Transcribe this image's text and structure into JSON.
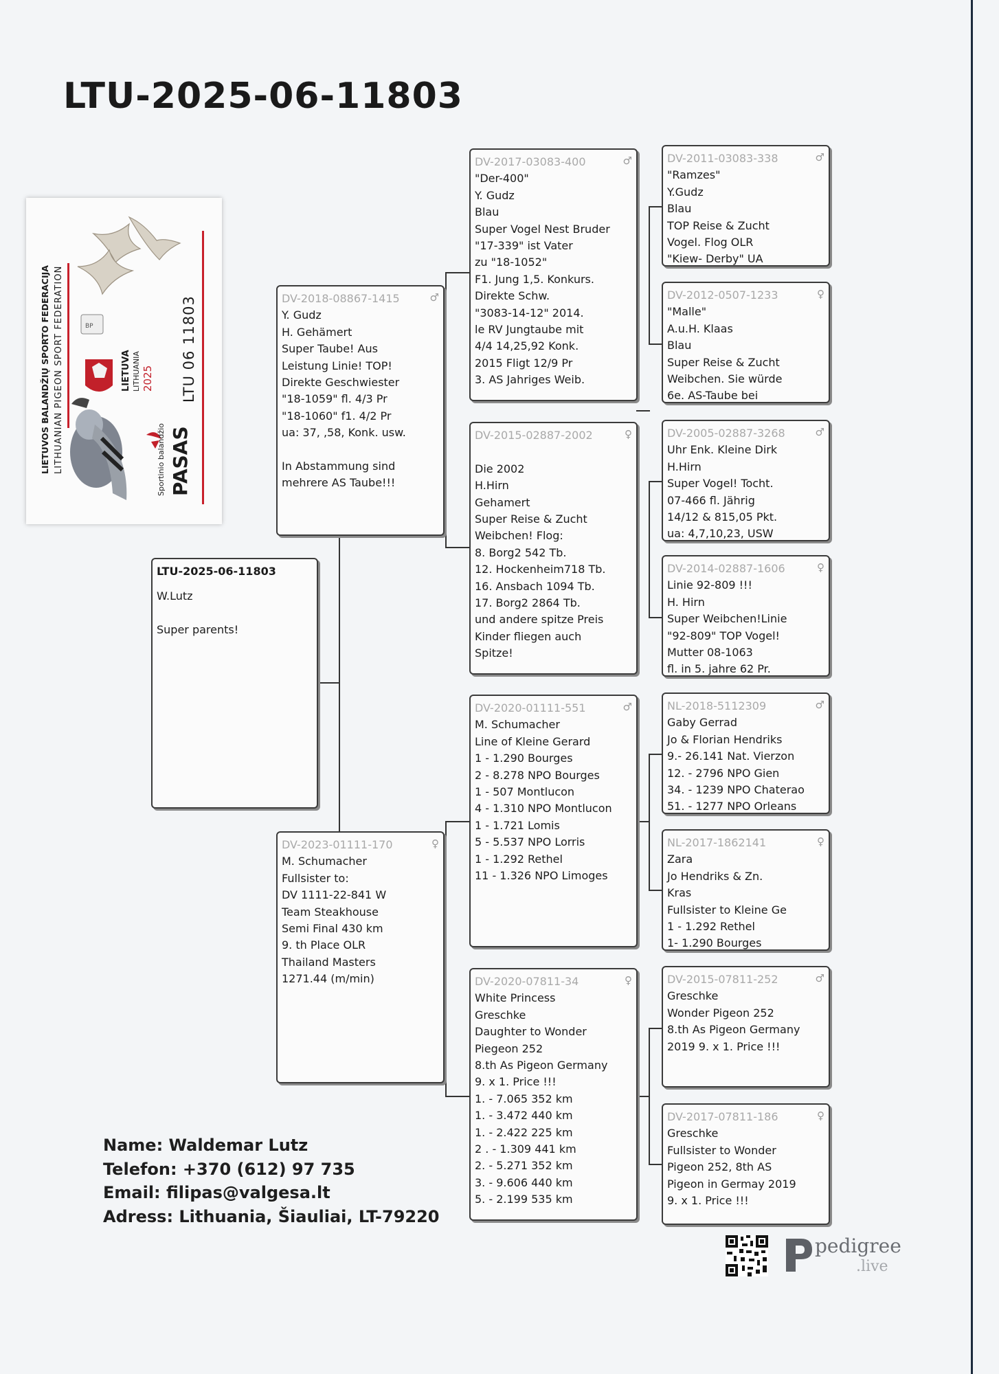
{
  "title": "LTU-2025-06-11803",
  "passport_card": {
    "org_lt": "LIETUVOS BALANDŽIŲ SPORTO FEDERACIJA",
    "org_en": "LITHUANIAN PIGEON SPORT FEDERATION",
    "country_lt": "LIETUVA",
    "country_en": "LITHUANIA",
    "year": "2025",
    "ring_short": "LTU 06 11803",
    "doc_small": "Sportinio balandžio",
    "doc_title": "PASAS"
  },
  "subject": {
    "ring": "LTU-2025-06-11803",
    "lines": [
      "W.Lutz",
      "",
      "Super parents!"
    ]
  },
  "father": {
    "ring": "DV-2018-08867-1415",
    "sex": "♂",
    "lines": [
      "",
      "Y. Gudz",
      "H. Gehämert",
      "Super Taube! Aus",
      "Leistung Linie! TOP!",
      "Direkte Geschwiester",
      "\"18-1059\" fl. 4/3 Pr",
      "\"18-1060\" f1. 4/2 Pr",
      "ua: 37, ,58, Konk. usw.",
      "",
      "In Abstammung sind",
      "mehrere AS Taube!!!"
    ]
  },
  "mother": {
    "ring": "DV-2023-01111-170",
    "sex": "♀",
    "lines": [
      "M. Schumacher",
      "Fullsister to:",
      "DV 1111-22-841 W",
      "Team Steakhouse",
      "Semi Final 430 km",
      "9. th Place OLR",
      "Thailand Masters",
      "1271.44 (m/min)"
    ]
  },
  "grandparents": [
    {
      "ring": "DV-2017-03083-400",
      "sex": "♂",
      "lines": [
        "\"Der-400\"",
        "Y. Gudz",
        "Blau",
        "Super Vogel Nest Bruder",
        "\"17-339\" ist Vater",
        "zu \"18-1052\"",
        "F1. Jung 1,5. Konkurs.",
        "Direkte Schw.",
        "\"3083-14-12\" 2014.",
        "le RV Jungtaube mit",
        "4/4 14,25,92 Konk.",
        "2015 Fligt 12/9 Pr",
        "3. AS Jahriges Weib."
      ]
    },
    {
      "ring": "DV-2015-02887-2002",
      "sex": "♀",
      "lines": [
        "",
        "Die 2002",
        "H.Hirn",
        "Gehamert",
        "Super Reise & Zucht",
        "Weibchen! Flog:",
        "8. Borg2 542 Tb.",
        "12. Hockenheim718 Tb.",
        "16. Ansbach 1094 Tb.",
        "17. Borg2 2864 Tb.",
        "und andere spitze Preis",
        "Kinder fliegen auch",
        "Spitze!"
      ]
    },
    {
      "ring": "DV-2020-01111-551",
      "sex": "♂",
      "lines": [
        "M. Schumacher",
        "Line of Kleine Gerard",
        "1 - 1.290 Bourges",
        "2 - 8.278 NPO Bourges",
        "1 - 507 Montlucon",
        "4 - 1.310 NPO Montlucon",
        "1 - 1.721 Lomis",
        "5 - 5.537 NPO Lorris",
        "1 - 1.292 Rethel",
        "11 - 1.326 NPO Limoges"
      ]
    },
    {
      "ring": "DV-2020-07811-34",
      "sex": "♀",
      "lines": [
        "White Princess",
        "Greschke",
        "Daughter to Wonder",
        "Piegeon 252",
        "8.th As Pigeon Germany",
        "9. x 1. Price !!!",
        "1. - 7.065 352 km",
        "1. - 3.472 440 km",
        "1. - 2.422 225 km",
        "2 . - 1.309 441 km",
        "2. - 5.271 352 km",
        "3. - 9.606 440 km",
        "5. - 2.199 535 km"
      ]
    }
  ],
  "great_grandparents": [
    {
      "ring": "DV-2011-03083-338",
      "sex": "♂",
      "lines": [
        "\"Ramzes\"",
        "Y.Gudz",
        "Blau",
        "TOP Reise & Zucht",
        "Vogel. Flog OLR",
        "\"Kiew- Derby\" UA"
      ]
    },
    {
      "ring": "DV-2012-0507-1233",
      "sex": "♀",
      "lines": [
        "\"Malle\"",
        "A.u.H. Klaas",
        "Blau",
        "Super Reise & Zucht",
        "Weibchen. Sie würde",
        "6e. AS-Taube bei"
      ]
    },
    {
      "ring": "DV-2005-02887-3268",
      "sex": "♂",
      "lines": [
        "Uhr Enk. Kleine Dirk",
        "H.Hirn",
        "Super Vogel! Tocht.",
        "07-466 fl. Jährig",
        "14/12 & 815,05 Pkt.",
        "ua: 4,7,10,23, USW"
      ]
    },
    {
      "ring": "DV-2014-02887-1606",
      "sex": "♀",
      "lines": [
        "Linie 92-809 !!!",
        "H. Hirn",
        "Super Weibchen!Linie",
        "\"92-809\" TOP Vogel!",
        "Mutter 08-1063",
        "fl. in 5. jahre 62 Pr."
      ]
    },
    {
      "ring": "NL-2018-5112309",
      "sex": "♂",
      "lines": [
        "Gaby Gerrad",
        "Jo & Florian Hendriks",
        "9.- 26.141 Nat. Vierzon",
        "12. - 2796 NPO Gien",
        "34. - 1239 NPO Chaterao",
        "51. - 1277 NPO Orleans"
      ]
    },
    {
      "ring": "NL-2017-1862141",
      "sex": "♀",
      "lines": [
        "Zara",
        "Jo Hendriks & Zn.",
        "Kras",
        "Fullsister to Kleine Ge",
        "1 - 1.292 Rethel",
        "1- 1.290 Bourges"
      ]
    },
    {
      "ring": "DV-2015-07811-252",
      "sex": "♂",
      "lines": [
        "Greschke",
        "Wonder Pigeon 252",
        "8.th As Pigeon Germany",
        "2019 9. x 1. Price !!!"
      ]
    },
    {
      "ring": "DV-2017-07811-186",
      "sex": "♀",
      "lines": [
        "Greschke",
        "Fullsister to Wonder",
        "Pigeon 252, 8th AS",
        "Pigeon in Germay 2019",
        "9. x 1. Price !!!"
      ]
    }
  ],
  "contact": {
    "name": "Name: Waldemar Lutz",
    "phone": "Telefon: +370 (612) 97 735",
    "email": "Email: filipas@valgesa.lt",
    "address": "Adress: Lithuania, Šiauliai, LT-79220"
  },
  "logo": {
    "main": "pedigree",
    "sub": ".live"
  }
}
